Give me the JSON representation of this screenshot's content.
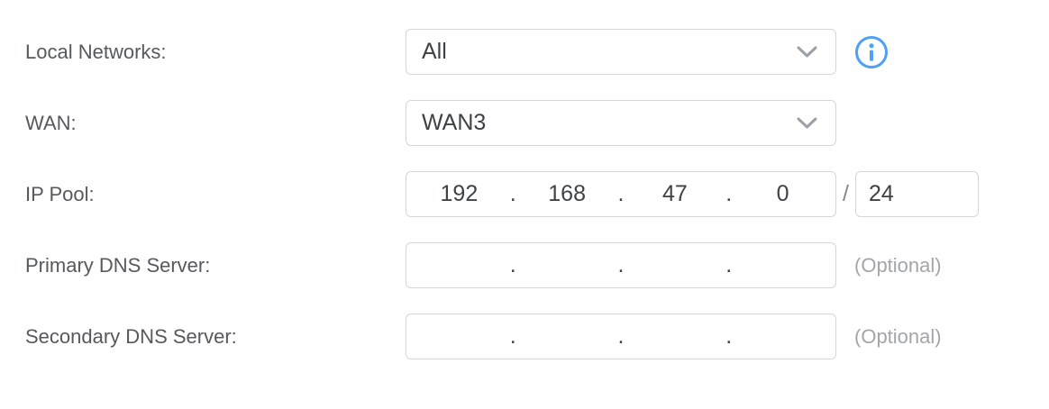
{
  "symbols": {
    "dot": ".",
    "slash": "/"
  },
  "colors": {
    "accent_blue": "#4da0f5",
    "border": "#d4d6d9",
    "label_text": "#56595d",
    "value_text": "#3e4246",
    "muted_text": "#a2a6ab",
    "chevron_gray": "#9aa0a6"
  },
  "icons": {
    "info": "info-circle-icon",
    "chevron": "chevron-down-icon"
  },
  "fields": {
    "local_networks": {
      "label": "Local Networks:",
      "value": "All"
    },
    "wan": {
      "label": "WAN:",
      "value": "WAN3"
    },
    "ip_pool": {
      "label": "IP Pool:",
      "octets": [
        "192",
        "168",
        "47",
        "0"
      ],
      "prefix": "24"
    },
    "primary_dns": {
      "label": "Primary DNS Server:",
      "octets": [
        "",
        "",
        "",
        ""
      ],
      "note": "(Optional)"
    },
    "secondary_dns": {
      "label": "Secondary DNS Server:",
      "octets": [
        "",
        "",
        "",
        ""
      ],
      "note": "(Optional)"
    }
  }
}
